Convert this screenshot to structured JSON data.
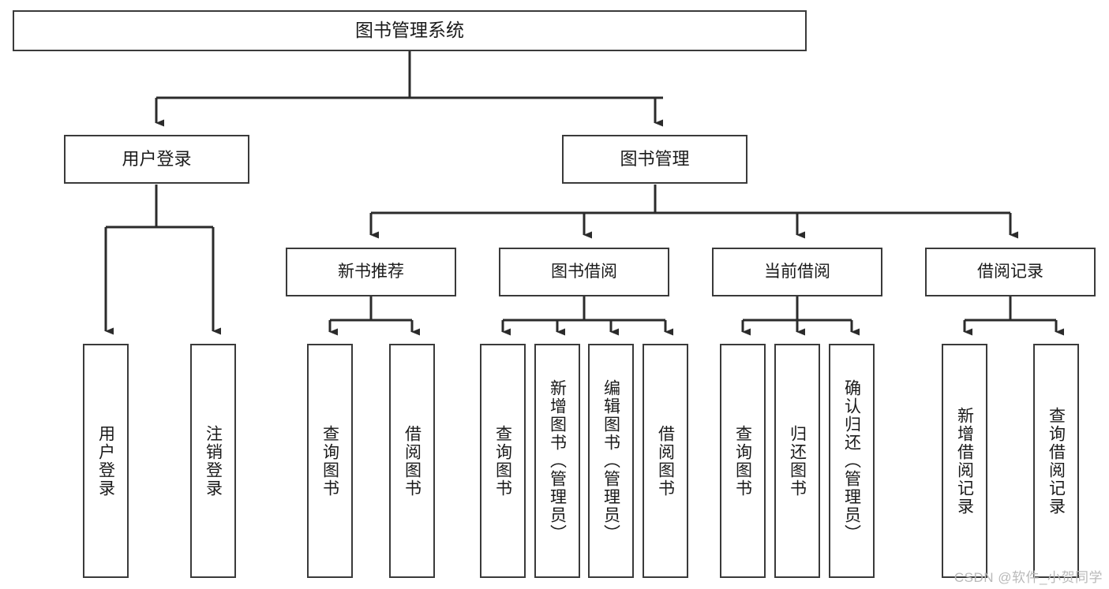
{
  "diagram": {
    "type": "tree",
    "title": "图书管理系统",
    "watermark": "CSDN @软件_小贺同学",
    "colors": {
      "box_border": "#3a3a3a",
      "box_fill": "#ffffff",
      "connector": "#2b2b2b",
      "text": "#1a1a1a",
      "watermark": "#b9b9b9"
    },
    "levels": {
      "root": {
        "label": "图书管理系统"
      },
      "level2": [
        {
          "id": "user-login",
          "label": "用户登录"
        },
        {
          "id": "book-management",
          "label": "图书管理"
        }
      ],
      "level3": [
        {
          "id": "new-book-recommend",
          "label": "新书推荐",
          "parent": "book-management"
        },
        {
          "id": "book-borrow",
          "label": "图书借阅",
          "parent": "book-management"
        },
        {
          "id": "current-borrow",
          "label": "当前借阅",
          "parent": "book-management"
        },
        {
          "id": "borrow-record",
          "label": "借阅记录",
          "parent": "book-management"
        }
      ],
      "leaves": [
        {
          "id": "leaf-user-login",
          "label": "用户登录",
          "parent": "user-login"
        },
        {
          "id": "leaf-logout-login",
          "label": "注销登录",
          "parent": "user-login"
        },
        {
          "id": "leaf-query-book-1",
          "label": "查询图书",
          "parent": "new-book-recommend"
        },
        {
          "id": "leaf-borrow-book-1",
          "label": "借阅图书",
          "parent": "new-book-recommend"
        },
        {
          "id": "leaf-query-book-2",
          "label": "查询图书",
          "parent": "book-borrow"
        },
        {
          "id": "leaf-add-book",
          "label": "新增图书（管理员）",
          "parent": "book-borrow"
        },
        {
          "id": "leaf-edit-book",
          "label": "编辑图书（管理员）",
          "parent": "book-borrow"
        },
        {
          "id": "leaf-borrow-book-2",
          "label": "借阅图书",
          "parent": "book-borrow"
        },
        {
          "id": "leaf-query-book-3",
          "label": "查询图书",
          "parent": "current-borrow"
        },
        {
          "id": "leaf-return-book",
          "label": "归还图书",
          "parent": "current-borrow"
        },
        {
          "id": "leaf-confirm-return",
          "label": "确认归还（管理员）",
          "parent": "current-borrow"
        },
        {
          "id": "leaf-add-record",
          "label": "新增借阅记录",
          "parent": "borrow-record"
        },
        {
          "id": "leaf-query-record",
          "label": "查询借阅记录",
          "parent": "borrow-record"
        }
      ]
    }
  }
}
